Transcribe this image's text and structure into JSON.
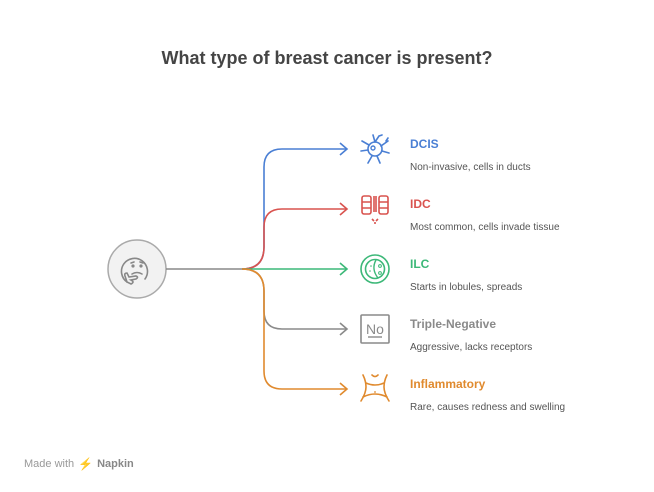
{
  "title": "What type of breast cancer is present?",
  "center_icon": "thinking-face-icon",
  "branches": [
    {
      "label": "DCIS",
      "description": "Non-invasive, cells in ducts",
      "color": "#4a7fd4",
      "icon": "cell-icon"
    },
    {
      "label": "IDC",
      "description": "Most common, cells invade tissue",
      "color": "#d9534f",
      "icon": "duct-invasion-icon"
    },
    {
      "label": "ILC",
      "description": "Starts in lobules, spreads",
      "color": "#3cb878",
      "icon": "lobule-icon"
    },
    {
      "label": "Triple-Negative",
      "description": "Aggressive, lacks receptors",
      "color": "#8a8a8a",
      "icon": "no-sign-icon"
    },
    {
      "label": "Inflammatory",
      "description": "Rare, causes redness and swelling",
      "color": "#e08a2e",
      "icon": "torso-icon"
    }
  ],
  "footer": {
    "prefix": "Made with",
    "brand": "Napkin"
  }
}
